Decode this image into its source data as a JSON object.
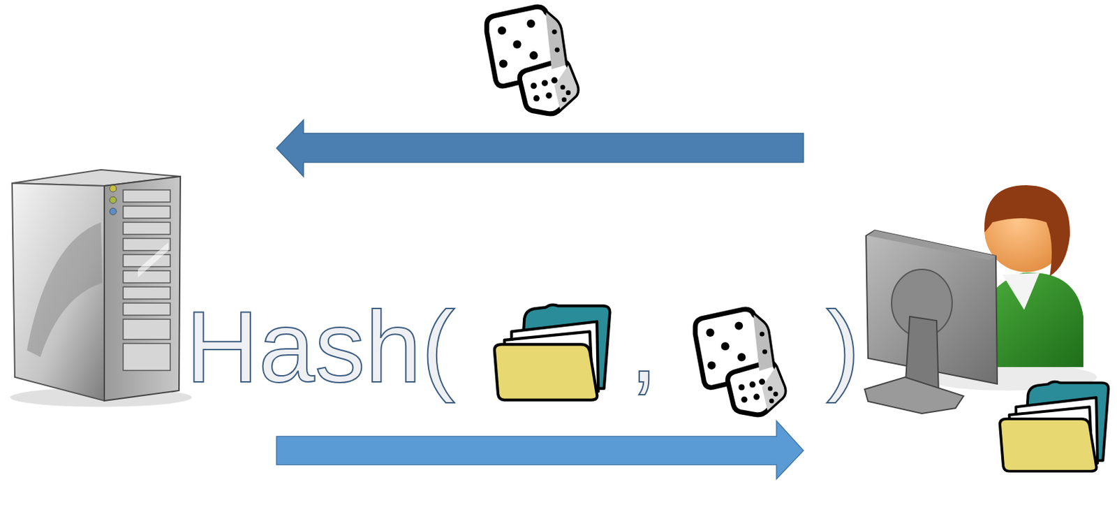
{
  "diagram": {
    "labels": [
      "Hash(",
      ",",
      ")"
    ]
  }
}
